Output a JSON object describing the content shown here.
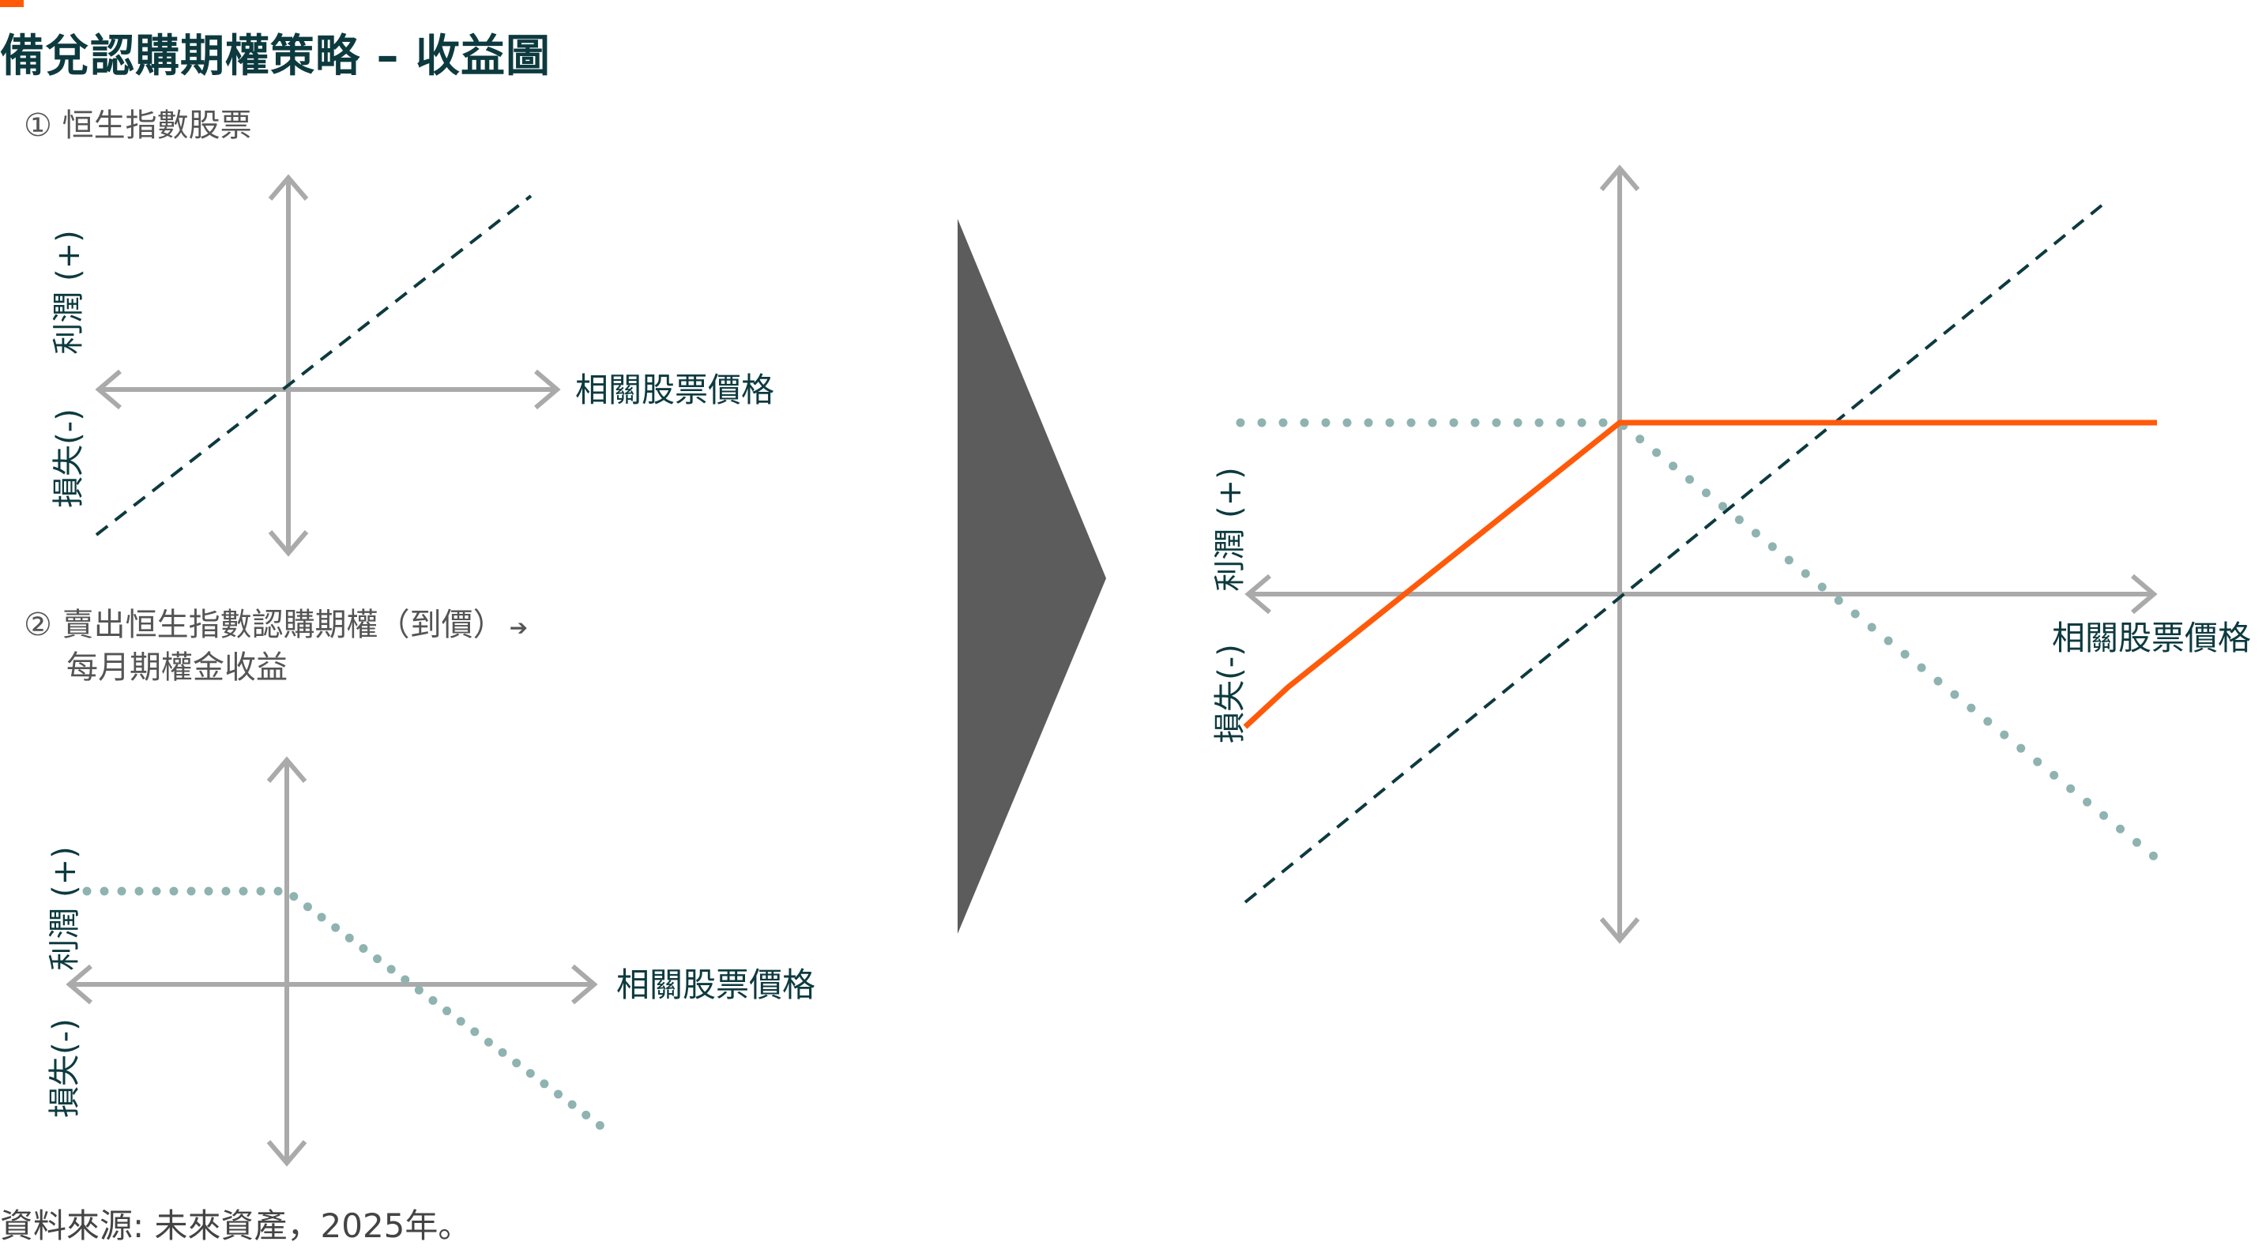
{
  "title": "備兌認購期權策略 – 收益圖",
  "panel1": {
    "label": "① 恒生指數股票",
    "x_label": "相關股票價格",
    "y_profit": "利潤 (+)",
    "y_loss": "損失(-)"
  },
  "panel2": {
    "label_line1": "② 賣出恒生指數認購期權（到價）",
    "label_arrow": "➔",
    "label_line2": "每月期權金收益",
    "x_label": "相關股票價格",
    "y_profit": "利潤 (+)",
    "y_loss": "損失(-)"
  },
  "panel3": {
    "x_label": "相關股票價格",
    "y_profit": "利潤 (+)",
    "y_loss": "損失(-)"
  },
  "source": "資料來源: 未來資產，2025年。",
  "colors": {
    "accent": "#ff5a0a",
    "axis": "#aaaaaa",
    "stock_line": "#0d3a3f",
    "option_line": "#8fb3b0",
    "result_line": "#ff5a0a",
    "arrow_shape": "#5c5c5c"
  }
}
